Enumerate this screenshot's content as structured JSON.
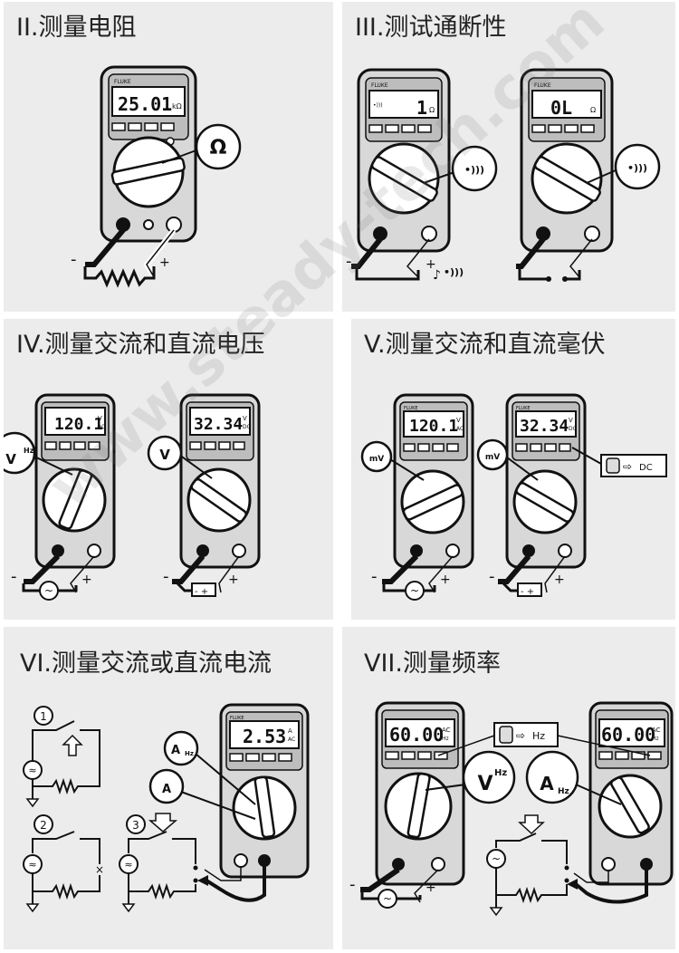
{
  "panels": [
    {
      "id": "resistance",
      "title": "II.测量电阻"
    },
    {
      "id": "continuity",
      "title": "III.测试通断性"
    },
    {
      "id": "voltage",
      "title": "IV.测量交流和直流电压"
    },
    {
      "id": "millivolts",
      "title": "V.测量交流和直流毫伏"
    },
    {
      "id": "current",
      "title": "VI.测量交流或直流电流"
    },
    {
      "id": "frequency",
      "title": "VII.测量频率"
    }
  ],
  "brand": "FLUKE",
  "watermark": "www.steady-tech.com",
  "displays": {
    "resistance": {
      "value": "25.01",
      "unit": "kΩ"
    },
    "continuity_1": {
      "value": "1",
      "unit": "Ω"
    },
    "continuity_2": {
      "value": "0L",
      "unit": "Ω"
    },
    "voltage_ac": {
      "value": "120.1",
      "unit": "V",
      "sub": "AC"
    },
    "voltage_dc": {
      "value": "32.34",
      "unit": "V",
      "sub": "DC"
    },
    "mv_ac": {
      "value": "120.1",
      "unit": "V",
      "sub": "AC"
    },
    "mv_dc": {
      "value": "32.34",
      "unit": "V",
      "sub": "DC"
    },
    "current": {
      "value": "2.53",
      "unit": "A",
      "sub": "AC"
    },
    "freq_1": {
      "value": "60.00",
      "unit": "AC",
      "sub": "Hz"
    },
    "freq_2": {
      "value": "60.00",
      "unit": "AC",
      "sub": "Hz"
    }
  },
  "callouts": {
    "ohm": "Ω",
    "beep": "•)))",
    "v_ac": "V",
    "hz": "Hz",
    "v_dc": "V",
    "mv": "mV",
    "dc": "DC",
    "a": "A",
    "hz_arrow": "Hz"
  },
  "steps": [
    "1",
    "2",
    "3"
  ],
  "polarity": {
    "minus": "-",
    "plus": "+"
  }
}
